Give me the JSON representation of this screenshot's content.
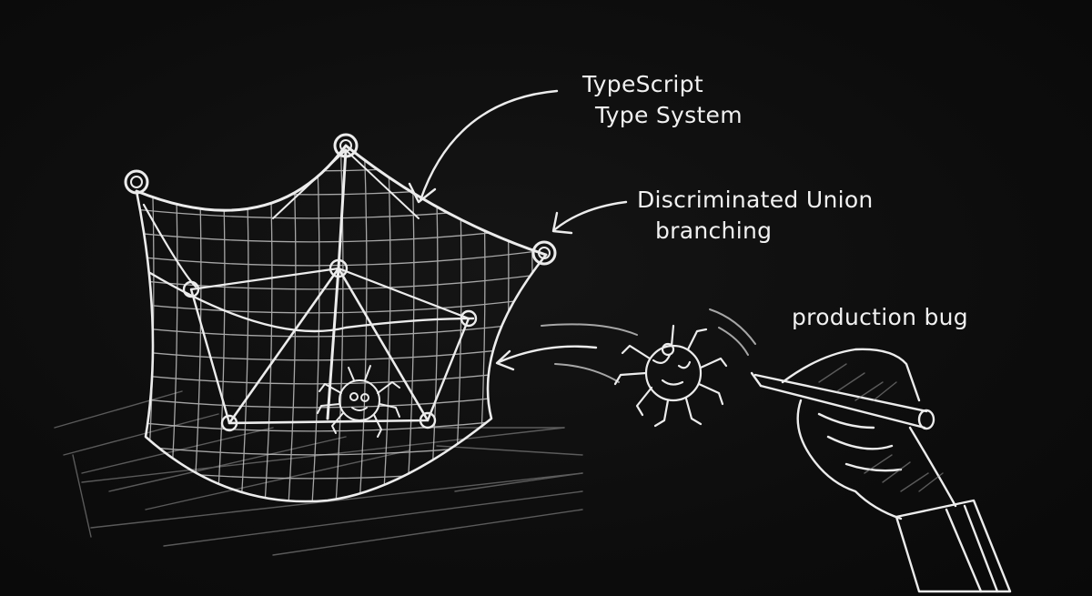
{
  "labels": {
    "type_system": [
      "TypeScript",
      "Type System"
    ],
    "discriminated_union": [
      "Discriminated Union",
      "branching"
    ],
    "production_bug": "production bug"
  },
  "colors": {
    "background": "#0c0c0c",
    "chalk": "#ececec"
  },
  "icons": {
    "net": "net-trap-icon",
    "caught_bug": "caught-bug-icon",
    "flying_bug": "bug-icon",
    "hand": "hand-holding-pen-icon"
  }
}
